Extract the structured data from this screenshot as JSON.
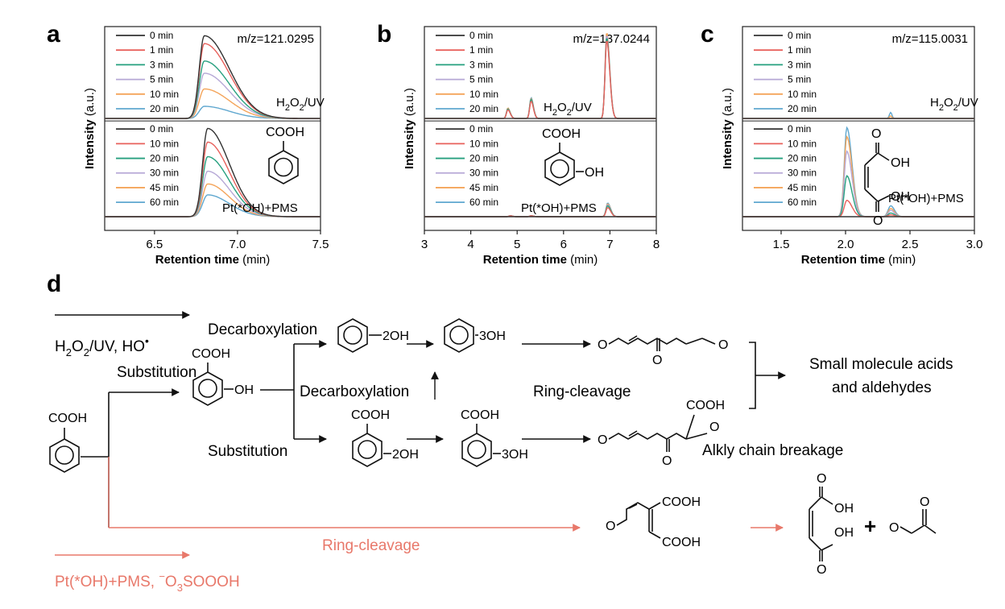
{
  "colors": {
    "series": [
      "#333333",
      "#e8615c",
      "#27a07f",
      "#b6a8d6",
      "#f4a45a",
      "#5fa7cf"
    ],
    "pms_path": "#e8786a"
  },
  "chart_data": [
    {
      "type": "line",
      "panel": "a",
      "xlabel_bold": "Retention time",
      "xlabel_unit": " (min)",
      "ylabel_bold": "Intensity",
      "ylabel_unit": " (a.u.)",
      "xlim": [
        6.2,
        7.5
      ],
      "xticks": [
        "6.5",
        "7.0",
        "7.5"
      ],
      "xtick_values": [
        6.5,
        7.0,
        7.5
      ],
      "mz": "m/z=121.0295",
      "top": {
        "condition_main": "H",
        "condition_parts": [
          "H",
          "2",
          "O",
          "2",
          "/UV"
        ],
        "legend": [
          "0 min",
          "1 min",
          "3 min",
          "5 min",
          "10 min",
          "20 min"
        ],
        "peaks": [
          {
            "center": 6.8,
            "width": 0.03,
            "tail": 0.12
          }
        ],
        "heights": [
          [
            0.95
          ],
          [
            0.86
          ],
          [
            0.66
          ],
          [
            0.52
          ],
          [
            0.34
          ],
          [
            0.14
          ]
        ]
      },
      "bottom": {
        "condition": "Pt(*OH)+PMS",
        "legend": [
          "0 min",
          "10 min",
          "20 min",
          "30 min",
          "45 min",
          "60 min"
        ],
        "peaks": [
          {
            "center": 6.82,
            "width": 0.03,
            "tail": 0.1
          }
        ],
        "heights": [
          [
            0.97
          ],
          [
            0.82
          ],
          [
            0.66
          ],
          [
            0.5
          ],
          [
            0.36
          ],
          [
            0.24
          ]
        ],
        "molecule_label": "COOH"
      }
    },
    {
      "type": "line",
      "panel": "b",
      "xlabel_bold": "Retention time",
      "xlabel_unit": " (min)",
      "ylabel_bold": "Intensity",
      "ylabel_unit": " (a.u.)",
      "xlim": [
        3,
        8
      ],
      "xticks": [
        "3",
        "4",
        "5",
        "6",
        "7",
        "8"
      ],
      "xtick_values": [
        3,
        4,
        5,
        6,
        7,
        8
      ],
      "mz": "m/z=137.0244",
      "top": {
        "condition_parts": [
          "H",
          "2",
          "O",
          "2",
          "/UV"
        ],
        "legend": [
          "0 min",
          "1 min",
          "3 min",
          "5 min",
          "10 min",
          "20 min"
        ],
        "peaks": [
          {
            "center": 4.8,
            "width": 0.03,
            "tail": 0.02
          },
          {
            "center": 5.3,
            "width": 0.03,
            "tail": 0.02
          },
          {
            "center": 6.93,
            "width": 0.035,
            "tail": 0.03
          }
        ],
        "heights": [
          [
            0,
            0,
            0
          ],
          [
            0.1,
            0.2,
            0.9
          ],
          [
            0.11,
            0.22,
            0.93
          ],
          [
            0.11,
            0.22,
            0.96
          ],
          [
            0.12,
            0.23,
            0.99
          ],
          [
            0.12,
            0.24,
            0.97
          ]
        ]
      },
      "bottom": {
        "condition": "Pt(*OH)+PMS",
        "legend": [
          "0 min",
          "10 min",
          "20 min",
          "30 min",
          "45 min",
          "60 min"
        ],
        "peaks": [
          {
            "center": 4.85,
            "width": 0.03,
            "tail": 0.02
          },
          {
            "center": 5.3,
            "width": 0.03,
            "tail": 0.02
          },
          {
            "center": 6.95,
            "width": 0.035,
            "tail": 0.03
          }
        ],
        "heights": [
          [
            0,
            0,
            0
          ],
          [
            0.01,
            0.01,
            0.1
          ],
          [
            0.01,
            0.01,
            0.12
          ],
          [
            0.01,
            0.01,
            0.13
          ],
          [
            0.01,
            0.01,
            0.14
          ],
          [
            0.01,
            0.01,
            0.15
          ]
        ],
        "molecule_label": "COOH",
        "substituent": "OH"
      }
    },
    {
      "type": "line",
      "panel": "c",
      "xlabel_bold": "Retention time",
      "xlabel_unit": " (min)",
      "ylabel_bold": "Intensity",
      "ylabel_unit": " (a.u.)",
      "xlim": [
        1.2,
        3.0
      ],
      "xticks": [
        "1.5",
        "2.0",
        "2.5",
        "3.0"
      ],
      "xtick_values": [
        1.5,
        2.0,
        2.5,
        3.0
      ],
      "mz": "m/z=115.0031",
      "top": {
        "condition_parts": [
          "H",
          "2",
          "O",
          "2",
          "/UV"
        ],
        "legend": [
          "0 min",
          "1 min",
          "3 min",
          "5 min",
          "10 min",
          "20 min"
        ],
        "peaks": [
          {
            "center": 2.35,
            "width": 0.01,
            "tail": 0.0
          }
        ],
        "heights": [
          [
            0.0
          ],
          [
            0.0
          ],
          [
            0.0
          ],
          [
            0.0
          ],
          [
            0.03
          ],
          [
            0.07
          ]
        ]
      },
      "bottom": {
        "condition": "Pt(*OH)+PMS",
        "legend": [
          "0 min",
          "10 min",
          "20 min",
          "30 min",
          "45 min",
          "60 min"
        ],
        "peaks": [
          {
            "center": 2.01,
            "width": 0.02,
            "tail": 0.02
          },
          {
            "center": 2.35,
            "width": 0.02,
            "tail": 0.01
          }
        ],
        "heights": [
          [
            0.0,
            0.0
          ],
          [
            0.18,
            0.02
          ],
          [
            0.45,
            0.04
          ],
          [
            0.72,
            0.07
          ],
          [
            0.88,
            0.09
          ],
          [
            0.98,
            0.12
          ]
        ],
        "molecule_labels": [
          "OH",
          "O",
          "OH",
          "O"
        ]
      }
    }
  ],
  "panel_labels": [
    "a",
    "b",
    "c",
    "d"
  ],
  "scheme": {
    "top_condition_parts": [
      "H",
      "2",
      "O",
      "2",
      "/UV, HO",
      "•"
    ],
    "bottom_condition_parts": [
      "Pt(*OH)+PMS, ",
      "−",
      "O",
      "3",
      "SOOOH"
    ],
    "start_label": "COOH",
    "substitution_top": "Substitution",
    "substitution_bottom": "Substitution",
    "decarboxylation_top": "Decarboxylation",
    "decarboxylation_mid": "Decarboxylation",
    "ring_cleavage": "Ring-cleavage",
    "ring_cleavage_red": "Ring-cleavage",
    "alkyl_breakage": "Alkly chain breakage",
    "product_line1": "Small molecule acids",
    "product_line2": "and aldehydes",
    "salicylic_cooh": "COOH",
    "salicylic_oh": "OH",
    "diOH_label": "2OH",
    "triOH_label": "3OH",
    "cooh_2oh_cooh": "COOH",
    "cooh_2oh_oh": "2OH",
    "cooh_3oh_cooh": "COOH",
    "cooh_3oh_oh": "3OH",
    "aldehyde_O_left": "O",
    "aldehyde_O_mid": "O",
    "aldehyde_O_right": "O",
    "aldehyde2_O_left": "O",
    "aldehyde2_O_mid": "O",
    "aldehyde2_O_right": "O",
    "aldehyde2_cooh": "COOH",
    "red_prod_O": "O",
    "red_prod_cooh1": "COOH",
    "red_prod_cooh2": "COOH",
    "maleic_OH1": "OH",
    "maleic_OH2": "OH",
    "maleic_O1": "O",
    "maleic_O2": "O",
    "plus": "+",
    "methylglyoxal_O1": "O",
    "methylglyoxal_O2": "O"
  }
}
